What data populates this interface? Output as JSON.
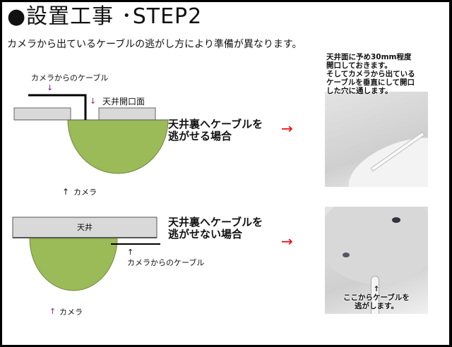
{
  "header": {
    "title": "●設置工事 ･STEP2",
    "subtitle": "カメラから出ているケーブルの逃がし方により準備が異なります。"
  },
  "case1": {
    "cable_label": "カメラからのケーブル",
    "opening_label": "天井開口面",
    "heading_line1": "天井裏へケーブルを",
    "heading_line2": "逃がせる場合",
    "camera_label": "カメラ",
    "photo_caption": [
      "天井面に予め30mm程度",
      "開口しておきます。",
      "そしてカメラから出ている",
      "ケーブルを垂直にして開口",
      "した穴に通します。"
    ]
  },
  "case2": {
    "ceiling_label": "天井",
    "heading_line1": "天井裏へケーブルを",
    "heading_line2": "逃がせない場合",
    "cable_label": "カメラからのケーブル",
    "camera_label": "カメラ",
    "photo_caption": [
      "ここからケーブルを",
      "逃がします。"
    ]
  },
  "arrows": {
    "up": "↑",
    "down": "↓",
    "right": "→"
  },
  "colors": {
    "dome": "#9bbb59",
    "dome_edge": "#71893f",
    "ceiling": "#d9d9d9",
    "arrow": "#e00000"
  }
}
